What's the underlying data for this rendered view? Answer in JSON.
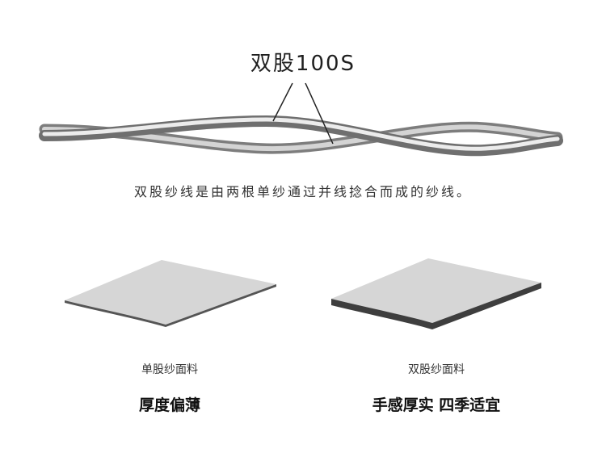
{
  "header": {
    "title": "双股100S"
  },
  "description": "双股纱线是由两根单纱通过并线捻合而成的纱线。",
  "single": {
    "name": "单股纱面料",
    "feature": "厚度偏薄"
  },
  "double": {
    "name": "双股纱面料",
    "feature": "手感厚实 四季适宜"
  }
}
